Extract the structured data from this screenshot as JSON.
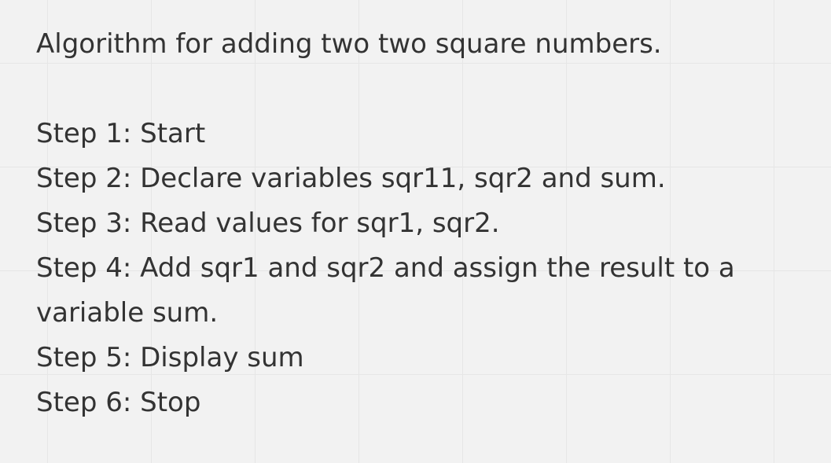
{
  "note": {
    "title": "Algorithm for adding two two square numbers.",
    "steps": [
      "Step 1: Start",
      "Step 2: Declare variables sqr11, sqr2 and sum.",
      "Step 3: Read values for sqr1, sqr2.",
      "Step 4: Add sqr1 and sqr2 and assign the result to a variable sum.",
      "Step 5: Display sum",
      "Step 6: Stop"
    ]
  },
  "colors": {
    "background": "#f2f2f2",
    "grid": "#e6e6e6",
    "text": "#333333"
  }
}
